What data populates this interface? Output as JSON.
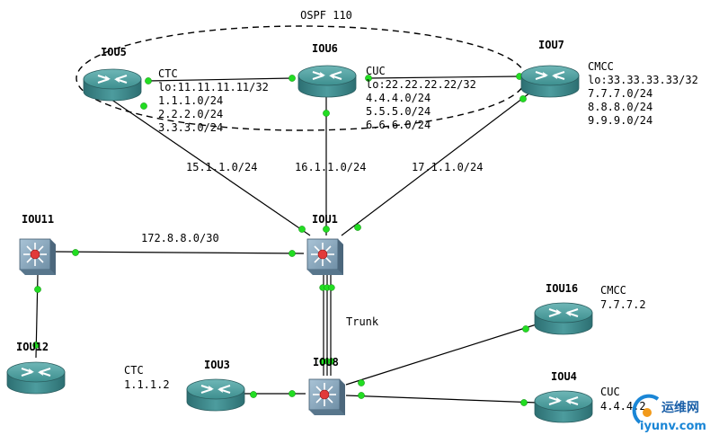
{
  "title": "OSPF 110",
  "devices": {
    "iou5": {
      "name": "IOU5",
      "isp": "CTC",
      "routes": [
        "lo:11.11.11.11/32",
        "1.1.1.0/24",
        "2.2.2.0/24",
        "3.3.3.0/24"
      ]
    },
    "iou6": {
      "name": "IOU6",
      "isp": "CUC",
      "routes": [
        "lo:22.22.22.22/32",
        "4.4.4.0/24",
        "5.5.5.0/24",
        "6.6.6.0/24"
      ]
    },
    "iou7": {
      "name": "IOU7",
      "isp": "CMCC",
      "routes": [
        "lo:33.33.33.33/32",
        "7.7.7.0/24",
        "8.8.8.0/24",
        "9.9.9.0/24"
      ]
    },
    "iou1": {
      "name": "IOU1"
    },
    "iou11": {
      "name": "IOU11"
    },
    "iou12": {
      "name": "IOU12"
    },
    "iou8": {
      "name": "IOU8"
    },
    "iou3": {
      "name": "IOU3",
      "isp": "CTC",
      "ip": "1.1.1.2"
    },
    "iou16": {
      "name": "IOU16",
      "isp": "CMCC",
      "ip": "7.7.7.2"
    },
    "iou4": {
      "name": "IOU4",
      "isp": "CUC",
      "ip": "4.4.4.2"
    }
  },
  "links": {
    "iou5_iou1": "15.1.1.0/24",
    "iou6_iou1": "16.1.1.0/24",
    "iou7_iou1": "17.1.1.0/24",
    "iou11_iou1": "172.8.8.0/30",
    "iou1_iou8": "Trunk"
  },
  "watermark": {
    "text": "运维网",
    "url": "iyunv.com"
  },
  "colors": {
    "link": "#000000",
    "port": "#22dd22",
    "router": "#3d8f8f",
    "switch": "#7f9fb5"
  }
}
